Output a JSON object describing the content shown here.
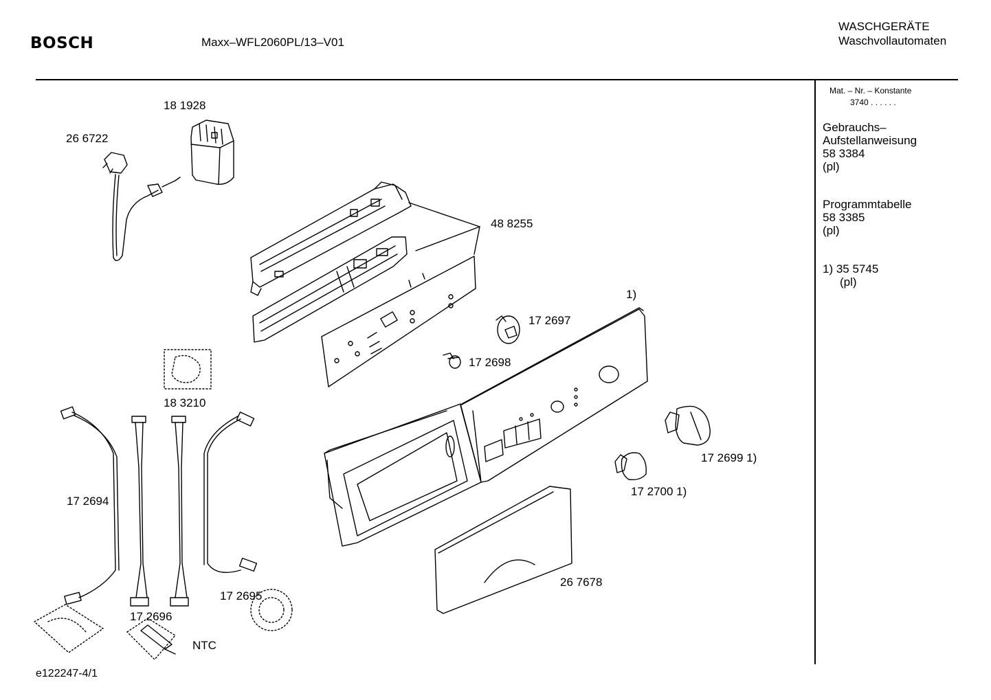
{
  "header": {
    "brand": "BOSCH",
    "model": "Maxx–WFL2060PL/13–V01",
    "category_line1": "WASCHGERÄTE",
    "category_line2": "Waschvollautomaten"
  },
  "sidebar": {
    "mat_label": "Mat. – Nr. – Konstante",
    "mat_value": "3740 .  .  .  .  .  .",
    "manual_line1": "Gebrauchs–",
    "manual_line2": "Aufstellanweisung",
    "manual_number": "58 3384",
    "manual_lang": "(pl)",
    "program_line1": "Programmtabelle",
    "program_number": "58 3385",
    "program_lang": "(pl)",
    "note_line1": "1)  35 5745",
    "note_line2": "(pl)"
  },
  "labels": {
    "p181928": "18 1928",
    "p266722": "26 6722",
    "p488255": "48 8255",
    "note1": "1)",
    "p172697": "17 2697",
    "p172698": "17 2698",
    "p183210": "18 3210",
    "p172699": "17 2699 1)",
    "p172700": "17 2700 1)",
    "p172694": "17 2694",
    "p267678": "26 7678",
    "p172695": "17 2695",
    "p172696": "17 2696",
    "ntc": "NTC"
  },
  "footer": {
    "code": "e122247-4/1"
  }
}
